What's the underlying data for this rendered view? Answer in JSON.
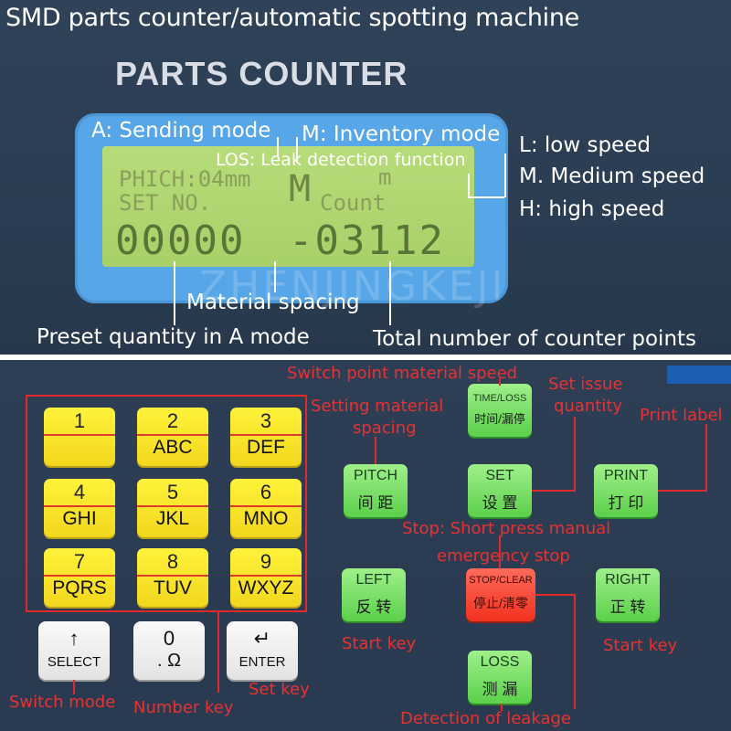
{
  "header": {
    "title": "SMD parts counter/automatic spotting machine",
    "subtitle": "PARTS COUNTER"
  },
  "lcd": {
    "row1_left": "PHICH:04mm",
    "row1_mid": "M",
    "row1_right": "m",
    "row2_left": "SET  NO.",
    "row2_right": "Count",
    "row3_left": "00000",
    "row3_right": "-03112"
  },
  "annotations_top": {
    "sending_mode": "A: Sending mode",
    "inventory_mode": "M: Inventory mode",
    "los": "LOS: Leak detection function",
    "low_speed": "L: low speed",
    "medium_speed": "M. Medium speed",
    "high_speed": "H: high speed",
    "material_spacing": "Material spacing",
    "preset_quantity": "Preset quantity in A mode",
    "total_points": "Total number of counter points",
    "watermark": "ZHENJINGKEJI"
  },
  "keypad": [
    {
      "num": "1",
      "letters": ""
    },
    {
      "num": "2",
      "letters": "ABC"
    },
    {
      "num": "3",
      "letters": "DEF"
    },
    {
      "num": "4",
      "letters": "GHI"
    },
    {
      "num": "5",
      "letters": "JKL"
    },
    {
      "num": "6",
      "letters": "MNO"
    },
    {
      "num": "7",
      "letters": "PQRS"
    },
    {
      "num": "8",
      "letters": "TUV"
    },
    {
      "num": "9",
      "letters": "WXYZ"
    }
  ],
  "special_keys": {
    "select": {
      "top": "↑",
      "label": "SELECT"
    },
    "zero": {
      "top": "0",
      "label": ".   Ω"
    },
    "enter": {
      "top": "↵",
      "label": "ENTER"
    }
  },
  "function_keys": {
    "time_loss": {
      "en": "TIME/LOSS",
      "cn": "时间/漏停"
    },
    "pitch": {
      "en": "PITCH",
      "cn": "间 距"
    },
    "set": {
      "en": "SET",
      "cn": "设 置"
    },
    "print": {
      "en": "PRINT",
      "cn": "打 印"
    },
    "left": {
      "en": "LEFT",
      "cn": "反 转"
    },
    "stop_clear": {
      "en": "STOP/CLEAR",
      "cn": "停止/清零"
    },
    "right": {
      "en": "RIGHT",
      "cn": "正 转"
    },
    "loss": {
      "en": "LOSS",
      "cn": "测 漏"
    }
  },
  "annotations_bottom": {
    "switch_point_speed": "Switch point material speed",
    "set_issue_1": "Set issue",
    "set_issue_2": "quantity",
    "print_label": "Print label",
    "setting_spacing_1": "Setting material",
    "setting_spacing_2": "spacing",
    "stop_manual": "Stop: Short press manual",
    "emergency_stop": "emergency stop",
    "start_key_left": "Start key",
    "start_key_right": "Start key",
    "switch_mode": "Switch mode",
    "number_key": "Number key",
    "set_key": "Set key",
    "detection_leakage": "Detection of leakage"
  },
  "colors": {
    "panel": "#2d3e55",
    "lcd_frame": "#56a6e8",
    "lcd_screen": "#b0d672",
    "key_yellow": "#f5dd22",
    "key_green": "#6ad858",
    "key_red": "#f0321e",
    "annotation_red": "#e83232"
  }
}
